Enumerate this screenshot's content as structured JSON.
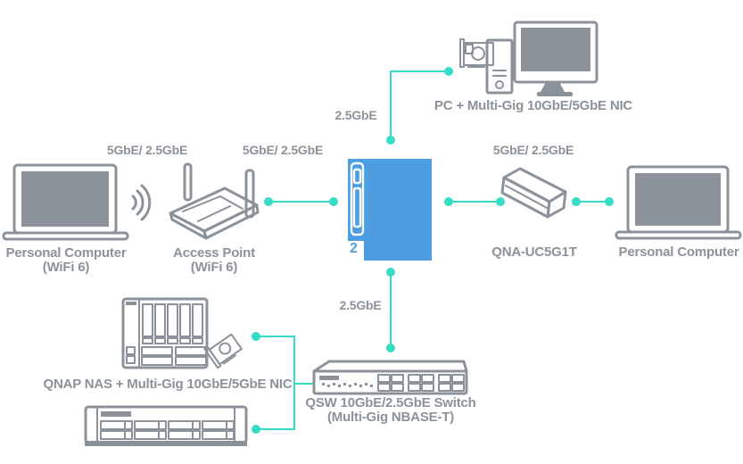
{
  "colors": {
    "teal": "#35dcc6",
    "blue": "#4d9de2",
    "gray": "#8b9299"
  },
  "links": {
    "wifi_left_label": "5GbE/ 2.5GbE",
    "ap_to_router_label": "5GbE/ 2.5GbE",
    "router_to_qna_label": "5GbE/ 2.5GbE",
    "router_to_pc_label": "2.5GbE",
    "router_to_switch_label": "2.5GbE"
  },
  "nodes": {
    "laptop_left": {
      "line1": "Personal Computer",
      "line2": "(WiFi 6)"
    },
    "access_point": {
      "line1": "Access Point",
      "line2": "(WiFi 6)"
    },
    "router": {
      "partial_label": "2"
    },
    "pc_top": {
      "label": "PC + Multi-Gig 10GbE/5GbE NIC"
    },
    "qna": {
      "label": "QNA-UC5G1T"
    },
    "laptop_right": {
      "label": "Personal Computer"
    },
    "nas": {
      "label": "QNAP NAS + Multi-Gig 10GbE/5GbE NIC"
    },
    "switch": {
      "line1": "QSW 10GbE/2.5GbE Switch",
      "line2": "(Multi-Gig NBASE-T)"
    }
  }
}
